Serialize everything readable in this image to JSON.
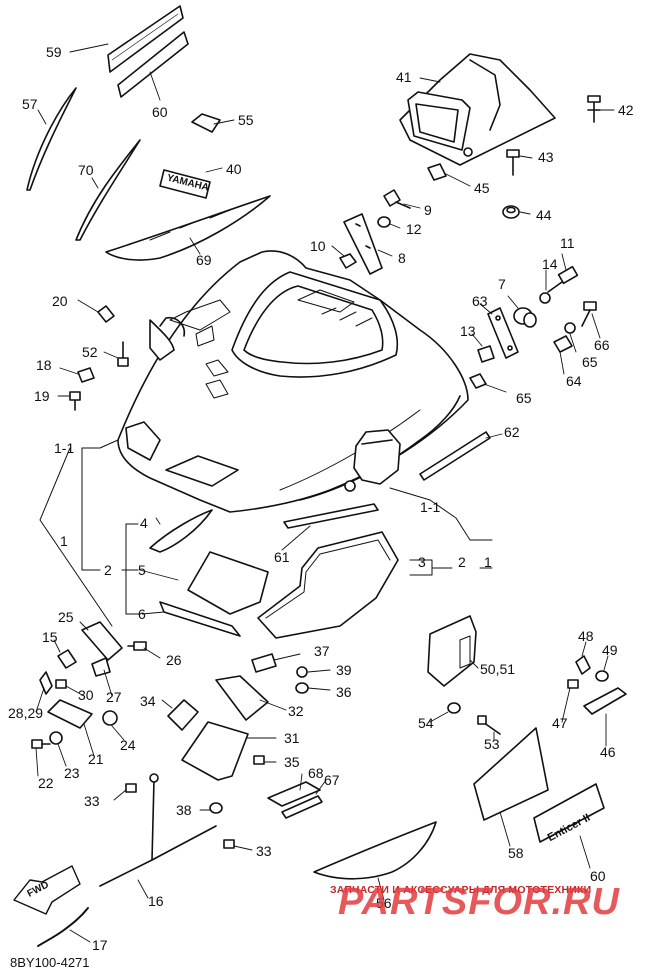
{
  "diagram": {
    "catalog_code": "8BY100-4271",
    "fwd_arrow_text": "FWD",
    "labels": [
      {
        "id": "59",
        "text": "59"
      },
      {
        "id": "60a",
        "text": "60"
      },
      {
        "id": "57",
        "text": "57"
      },
      {
        "id": "55",
        "text": "55"
      },
      {
        "id": "70",
        "text": "70"
      },
      {
        "id": "40",
        "text": "40"
      },
      {
        "id": "69",
        "text": "69"
      },
      {
        "id": "41",
        "text": "41"
      },
      {
        "id": "42",
        "text": "42"
      },
      {
        "id": "43",
        "text": "43"
      },
      {
        "id": "45",
        "text": "45"
      },
      {
        "id": "44",
        "text": "44"
      },
      {
        "id": "9",
        "text": "9"
      },
      {
        "id": "12",
        "text": "12"
      },
      {
        "id": "10",
        "text": "10"
      },
      {
        "id": "8",
        "text": "8"
      },
      {
        "id": "11",
        "text": "11"
      },
      {
        "id": "14",
        "text": "14"
      },
      {
        "id": "7",
        "text": "7"
      },
      {
        "id": "63",
        "text": "63"
      },
      {
        "id": "66",
        "text": "66"
      },
      {
        "id": "13",
        "text": "13"
      },
      {
        "id": "65a",
        "text": "65"
      },
      {
        "id": "64",
        "text": "64"
      },
      {
        "id": "65b",
        "text": "65"
      },
      {
        "id": "20",
        "text": "20"
      },
      {
        "id": "52",
        "text": "52"
      },
      {
        "id": "18",
        "text": "18"
      },
      {
        "id": "19",
        "text": "19"
      },
      {
        "id": "62",
        "text": "62"
      },
      {
        "id": "1-1a",
        "text": "1-1"
      },
      {
        "id": "1-1b",
        "text": "1-1"
      },
      {
        "id": "4",
        "text": "4"
      },
      {
        "id": "1a",
        "text": "1"
      },
      {
        "id": "2a",
        "text": "2"
      },
      {
        "id": "5",
        "text": "5"
      },
      {
        "id": "61",
        "text": "61"
      },
      {
        "id": "3",
        "text": "3"
      },
      {
        "id": "2b",
        "text": "2"
      },
      {
        "id": "1b",
        "text": "1"
      },
      {
        "id": "6",
        "text": "6"
      },
      {
        "id": "25",
        "text": "25"
      },
      {
        "id": "15",
        "text": "15"
      },
      {
        "id": "26",
        "text": "26"
      },
      {
        "id": "37",
        "text": "37"
      },
      {
        "id": "39",
        "text": "39"
      },
      {
        "id": "36",
        "text": "36"
      },
      {
        "id": "48",
        "text": "48"
      },
      {
        "id": "49",
        "text": "49"
      },
      {
        "id": "50_51",
        "text": "50,51"
      },
      {
        "id": "30",
        "text": "30"
      },
      {
        "id": "27",
        "text": "27"
      },
      {
        "id": "28_29",
        "text": "28,29"
      },
      {
        "id": "34",
        "text": "34"
      },
      {
        "id": "32",
        "text": "32"
      },
      {
        "id": "47",
        "text": "47"
      },
      {
        "id": "54",
        "text": "54"
      },
      {
        "id": "24",
        "text": "24"
      },
      {
        "id": "21",
        "text": "21"
      },
      {
        "id": "23",
        "text": "23"
      },
      {
        "id": "22",
        "text": "22"
      },
      {
        "id": "31",
        "text": "31"
      },
      {
        "id": "53",
        "text": "53"
      },
      {
        "id": "46",
        "text": "46"
      },
      {
        "id": "35",
        "text": "35"
      },
      {
        "id": "68",
        "text": "68"
      },
      {
        "id": "67",
        "text": "67"
      },
      {
        "id": "33a",
        "text": "33"
      },
      {
        "id": "38",
        "text": "38"
      },
      {
        "id": "33b",
        "text": "33"
      },
      {
        "id": "58",
        "text": "58"
      },
      {
        "id": "60b",
        "text": "60"
      },
      {
        "id": "16",
        "text": "16"
      },
      {
        "id": "56",
        "text": "56"
      },
      {
        "id": "17",
        "text": "17"
      }
    ]
  },
  "watermark": {
    "tagline": "ЗАПЧАСТИ И АКСЕССУАРЫ ДЛЯ МОТОТЕХНИКИ",
    "brand": "PARTSFOR.RU",
    "tagline_color": "#c0282b",
    "brand_color": "#e33b3e"
  },
  "decals": {
    "yamaha": "YAMAHA",
    "enticer": "Enticer II"
  }
}
